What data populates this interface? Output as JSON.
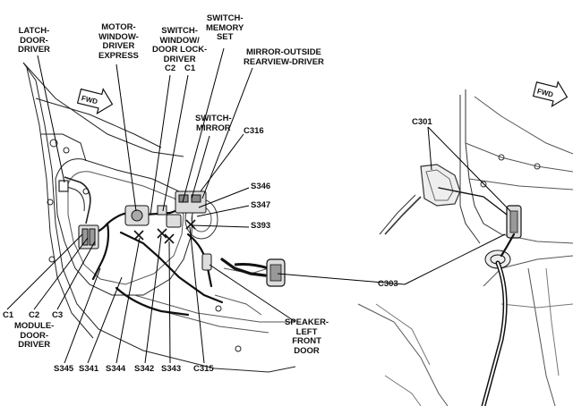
{
  "labels": {
    "latch": [
      "LATCH-",
      "DOOR-",
      "DRIVER"
    ],
    "motor": [
      "MOTOR-",
      "WINDOW-",
      "DRIVER",
      "EXPRESS"
    ],
    "switch_window": [
      "SWITCH-",
      "WINDOW/",
      "DOOR LOCK-",
      "DRIVER"
    ],
    "switch_window_c2": "C2",
    "switch_window_c1": "C1",
    "switch_memory": [
      "SWITCH-",
      "MEMORY",
      "SET"
    ],
    "mirror_outside": [
      "MIRROR-OUTSIDE",
      "REARVIEW-DRIVER"
    ],
    "switch_mirror": [
      "SWITCH-",
      "MIRROR"
    ],
    "c316": "C316",
    "s346": "S346",
    "s347": "S347",
    "s393": "S393",
    "c301": "C301",
    "c303": "C303",
    "module_c1": "C1",
    "module_c2": "C2",
    "module_c3": "C3",
    "module": [
      "MODULE-",
      "DOOR-",
      "DRIVER"
    ],
    "speaker": [
      "SPEAKER-",
      "LEFT",
      "FRONT",
      "DOOR"
    ],
    "s345": "S345",
    "s341": "S341",
    "s344": "S344",
    "s342": "S342",
    "s343": "S343",
    "c315": "C315"
  },
  "fwd_arrows": [
    "FWD",
    "FWD"
  ]
}
